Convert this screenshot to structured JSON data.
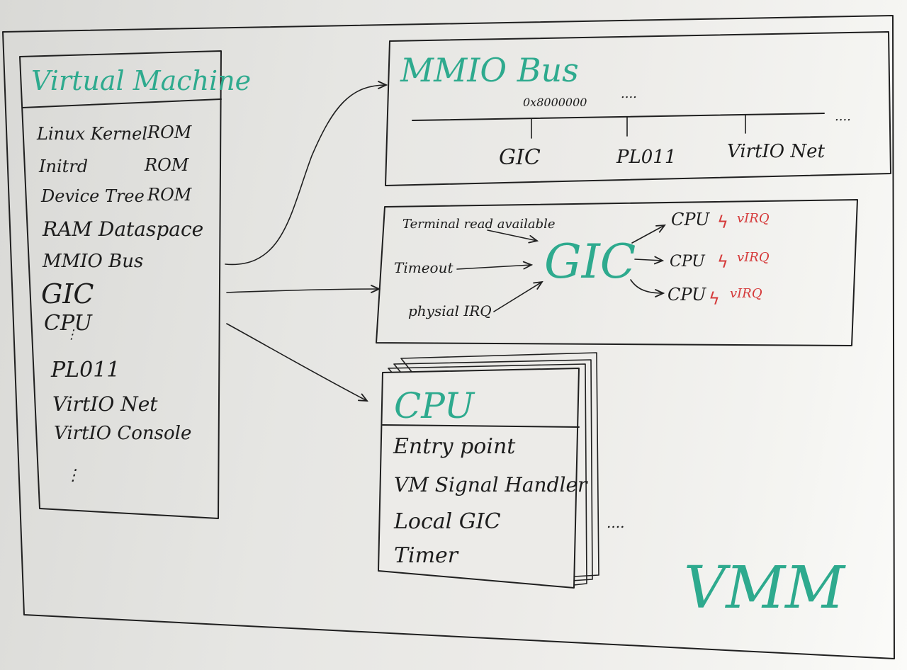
{
  "vmm_label": "VMM",
  "virtual_machine": {
    "title": "Virtual Machine",
    "items": [
      {
        "name": "Linux Kernel",
        "note": "ROM"
      },
      {
        "name": "Initrd",
        "note": "ROM"
      },
      {
        "name": "Device Tree",
        "note": "ROM"
      },
      {
        "name": "RAM Dataspace",
        "note": ""
      },
      {
        "name": "MMIO Bus",
        "note": ""
      },
      {
        "name": "GIC",
        "note": ""
      },
      {
        "name": "CPU",
        "note": ""
      },
      {
        "name": "PL011",
        "note": ""
      },
      {
        "name": "VirtIO Net",
        "note": ""
      },
      {
        "name": "VirtIO Console",
        "note": ""
      }
    ]
  },
  "mmio_bus": {
    "title": "MMIO Bus",
    "address": "0x8000000",
    "ellipsis_top": "....",
    "ellipsis_right": "....",
    "devices": [
      "GIC",
      "PL011",
      "VirtIO Net"
    ]
  },
  "gic_box": {
    "title": "GIC",
    "inputs": [
      "Terminal read available",
      "Timeout",
      "physial IRQ"
    ],
    "outputs": [
      {
        "cpu": "CPU",
        "irq": "vIRQ"
      },
      {
        "cpu": "CPU",
        "irq": "vIRQ"
      },
      {
        "cpu": "CPU",
        "irq": "vIRQ"
      }
    ]
  },
  "cpu_box": {
    "title": "CPU",
    "items": [
      "Entry point",
      "VM Signal Handler",
      "Local GIC",
      "Timer"
    ],
    "ellipsis": "...."
  },
  "colors": {
    "teal": "#2eaa8e",
    "red": "#d53a3a",
    "ink": "#1f1f1f"
  }
}
